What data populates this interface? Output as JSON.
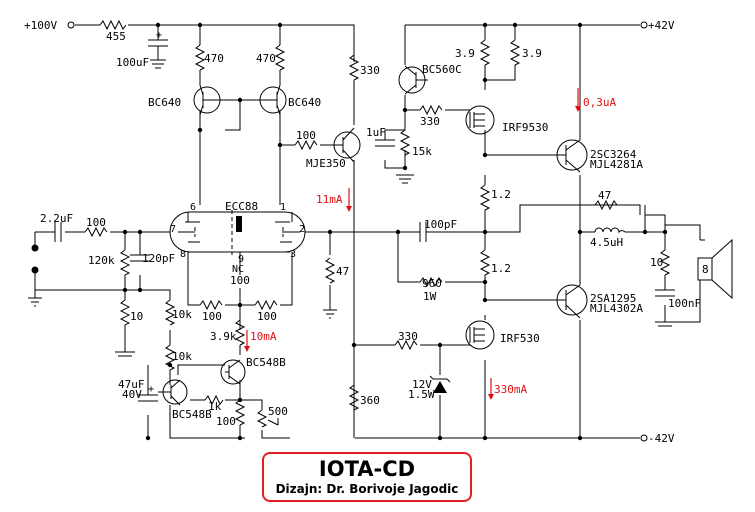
{
  "title": "IOTA-CD",
  "designer": "Dizajn: Dr. Borivoje Jagodic",
  "rails": {
    "pos100": "+100V",
    "pos42": "+42V",
    "neg42": "-42V"
  },
  "tube": {
    "name": "ECC88",
    "pins": [
      "6",
      "1",
      "7",
      "2",
      "8",
      "9",
      "3"
    ],
    "nc": "NC"
  },
  "transistors": {
    "q1": "BC640",
    "q2": "BC640",
    "q3": "MJE350",
    "q4": "BC560C",
    "q5": "IRF9530",
    "q6a": "2SC3264",
    "q6b": "MJL4281A",
    "q7a": "2SA1295",
    "q7b": "MJL4302A",
    "q8": "IRF530",
    "q9": "BC548B",
    "q10": "BC548B"
  },
  "resistors": {
    "r455": "455",
    "r470a": "470",
    "r470b": "470",
    "r330a": "330",
    "r100a": "100",
    "r39a": "3.9",
    "r39b": "3.9",
    "r330b": "330",
    "r15k": "15k",
    "r12a": "1.2",
    "r12b": "1.2",
    "r47a": "47",
    "r100in": "100",
    "r120k": "120k",
    "r10a": "10",
    "r47b": "47",
    "r100bal": "100",
    "r100l": "100",
    "r100r": "100",
    "r960": "960",
    "r960w": "1W",
    "r10k": "10k",
    "r10ka": "10k",
    "r39k": "3.9k",
    "r330c": "330",
    "r360": "360",
    "r1k": "1k",
    "r100b": "100",
    "r500": "500",
    "r10b": "10"
  },
  "caps": {
    "c100u": "100uF",
    "c1u": "1uF",
    "c22u": "2.2uF",
    "c120p": "120pF",
    "c100p": "100pF",
    "c47u": "47uF",
    "c47v": "40V",
    "c100n": "100nF"
  },
  "inductor": "4.5uH",
  "zener": {
    "v": "12V",
    "w": "1.5W"
  },
  "speaker": "8",
  "currents": {
    "i03": "0,3uA",
    "i11": "11mA",
    "i10": "10mA",
    "i330": "330mA"
  },
  "colors": {
    "wire": "#000000",
    "annotation": "#e01010",
    "title_border": "#e02020"
  }
}
